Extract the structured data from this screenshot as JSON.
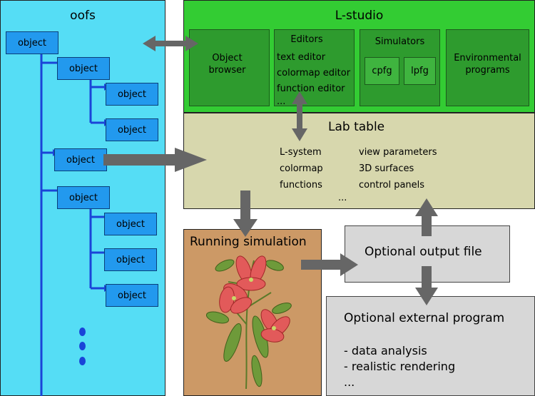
{
  "oofs": {
    "title": "oofs",
    "object_label": "object"
  },
  "lstudio": {
    "title": "L-studio",
    "object_browser": [
      "Object",
      "browser"
    ],
    "editors": {
      "title": "Editors",
      "items": [
        "text editor",
        "colormap editor",
        "function editor",
        "..."
      ]
    },
    "simulators": {
      "title": "Simulators",
      "items": [
        "cpfg",
        "lpfg"
      ]
    },
    "environmental": [
      "Environmental",
      "programs"
    ]
  },
  "lab_table": {
    "title": "Lab table",
    "left_items": [
      "L-system",
      "colormap",
      "functions"
    ],
    "right_items": [
      "view parameters",
      "3D surfaces",
      "control panels"
    ],
    "more": "..."
  },
  "running_simulation": {
    "title": "Running simulation"
  },
  "output_file": {
    "title": "Optional output file"
  },
  "external_program": {
    "title": "Optional external program",
    "items": [
      "- data analysis",
      "- realistic rendering",
      "..."
    ]
  },
  "colors": {
    "oofs_bg": "#55ddf5",
    "object_fill": "#2299ee",
    "tree_lines": "#1a44d8",
    "lstudio_bg": "#33cc33",
    "lab_table_bg": "#d7d7ad",
    "simulation_bg": "#cc9966",
    "output_bg": "#d7d7d7",
    "arrow": "#666666"
  }
}
